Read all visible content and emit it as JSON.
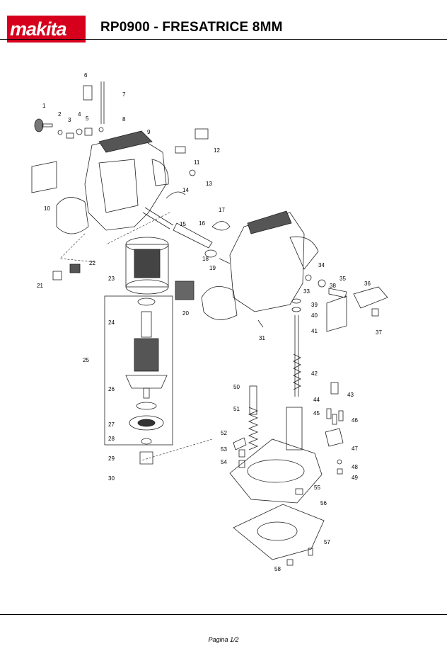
{
  "header": {
    "brand": "makita",
    "title": "RP0900 - FRESATRICE 8MM"
  },
  "footer": {
    "page": "Pagina 1/2"
  },
  "parts": [
    "1",
    "2",
    "3",
    "4",
    "5",
    "6",
    "7",
    "8",
    "9",
    "10",
    "11",
    "12",
    "13",
    "14",
    "15",
    "16",
    "17",
    "18",
    "19",
    "20",
    "21",
    "22",
    "23",
    "24",
    "25",
    "26",
    "27",
    "28",
    "29",
    "30",
    "31",
    "33",
    "34",
    "35",
    "36",
    "37",
    "38",
    "39",
    "40",
    "41",
    "42",
    "43",
    "44",
    "45",
    "46",
    "47",
    "48",
    "49",
    "50",
    "51",
    "52",
    "53",
    "54",
    "55",
    "56",
    "57",
    "58"
  ]
}
